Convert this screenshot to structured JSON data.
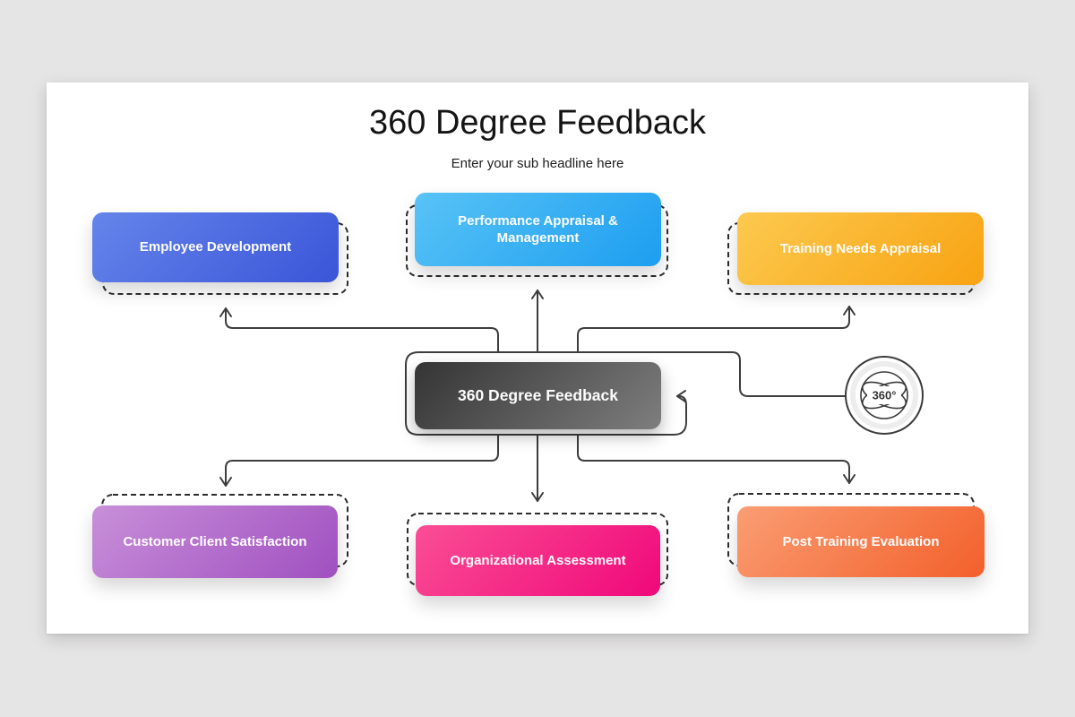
{
  "page": {
    "background_color": "#e6e5e5"
  },
  "slide": {
    "title": "360 Degree Feedback",
    "subtitle": "Enter your sub headline here",
    "connector_color": "#3d3d3d",
    "dashed_outline_color": "#2d2d2d",
    "center_node": {
      "label": "360 Degree Feedback",
      "gradient_start": "#343434",
      "gradient_end": "#7e7e7e"
    },
    "badge": {
      "label": "360°"
    },
    "nodes": [
      {
        "label": "Employee Development",
        "position": "top-left",
        "gradient_start": "#6585ea",
        "gradient_end": "#3a55d8"
      },
      {
        "label": "Performance Appraisal & Management",
        "position": "top-center",
        "gradient_start": "#58c3f6",
        "gradient_end": "#1d9ef0"
      },
      {
        "label": "Training Needs Appraisal",
        "position": "top-right",
        "gradient_start": "#fcc94f",
        "gradient_end": "#f8a312"
      },
      {
        "label": "Customer Client Satisfaction",
        "position": "bottom-left",
        "gradient_start": "#c88fd9",
        "gradient_end": "#a050c0"
      },
      {
        "label": "Organizational Assessment",
        "position": "bottom-center",
        "gradient_start": "#fa4e95",
        "gradient_end": "#f0087a"
      },
      {
        "label": "Post Training Evaluation",
        "position": "bottom-right",
        "gradient_start": "#fa9d73",
        "gradient_end": "#f3602b"
      }
    ]
  }
}
